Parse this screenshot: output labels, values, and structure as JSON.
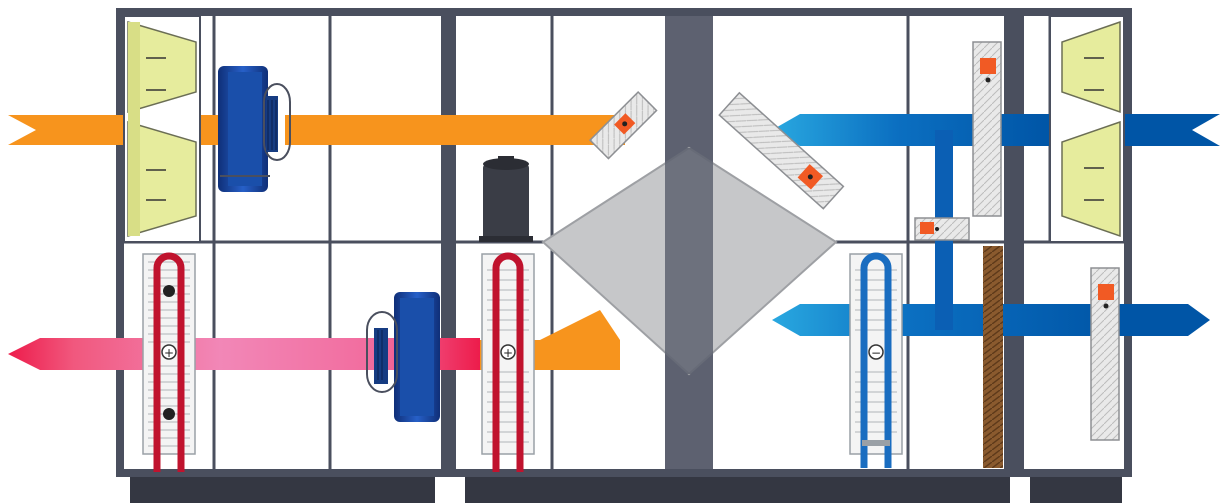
{
  "diagram": {
    "title": "",
    "colors": {
      "supply_air": "#f7941d",
      "return_air_warm": "#ed1c4b",
      "return_air_mid": "#f287b7",
      "fresh_air_blue": "#0055a6",
      "fresh_air_light": "#29a8e0",
      "frame": "#4a4f5e",
      "filter": "#e6ec9d",
      "fan": "#1a4faa",
      "heater_coil": "#c0132e",
      "cooler_coil": "#1a6dc0",
      "heat_exchanger": "#c6c7c9",
      "humidifier": "#8a5a2e",
      "damper_actuator": "#f15a24"
    },
    "components": {
      "supply_filter": {
        "icon": "bag-filter-icon"
      },
      "supply_fan": {
        "icon": "plug-fan-icon"
      },
      "return_fan": {
        "icon": "plug-fan-icon"
      },
      "heater_primary": {
        "icon": "heating-coil-icon",
        "symbol": "+"
      },
      "heater_secondary": {
        "icon": "heating-coil-icon",
        "symbol": "+"
      },
      "cooler": {
        "icon": "cooling-coil-icon",
        "symbol": "−"
      },
      "compressor": {
        "icon": "compressor-icon"
      },
      "heat_exchanger": {
        "icon": "plate-heat-exchanger-icon"
      },
      "exhaust_filter": {
        "icon": "bag-filter-icon"
      },
      "humidifier": {
        "icon": "humidifier-pad-icon"
      },
      "dampers": {
        "icon": "motorized-damper-icon",
        "count": 5
      }
    },
    "airflows": [
      {
        "name": "",
        "direction": "right",
        "icon": "arrow-right-icon"
      },
      {
        "name": "",
        "direction": "left",
        "icon": "arrow-left-icon"
      },
      {
        "name": "",
        "direction": "right",
        "icon": "arrow-right-icon"
      },
      {
        "name": "",
        "direction": "left",
        "icon": "arrow-left-icon"
      }
    ]
  }
}
